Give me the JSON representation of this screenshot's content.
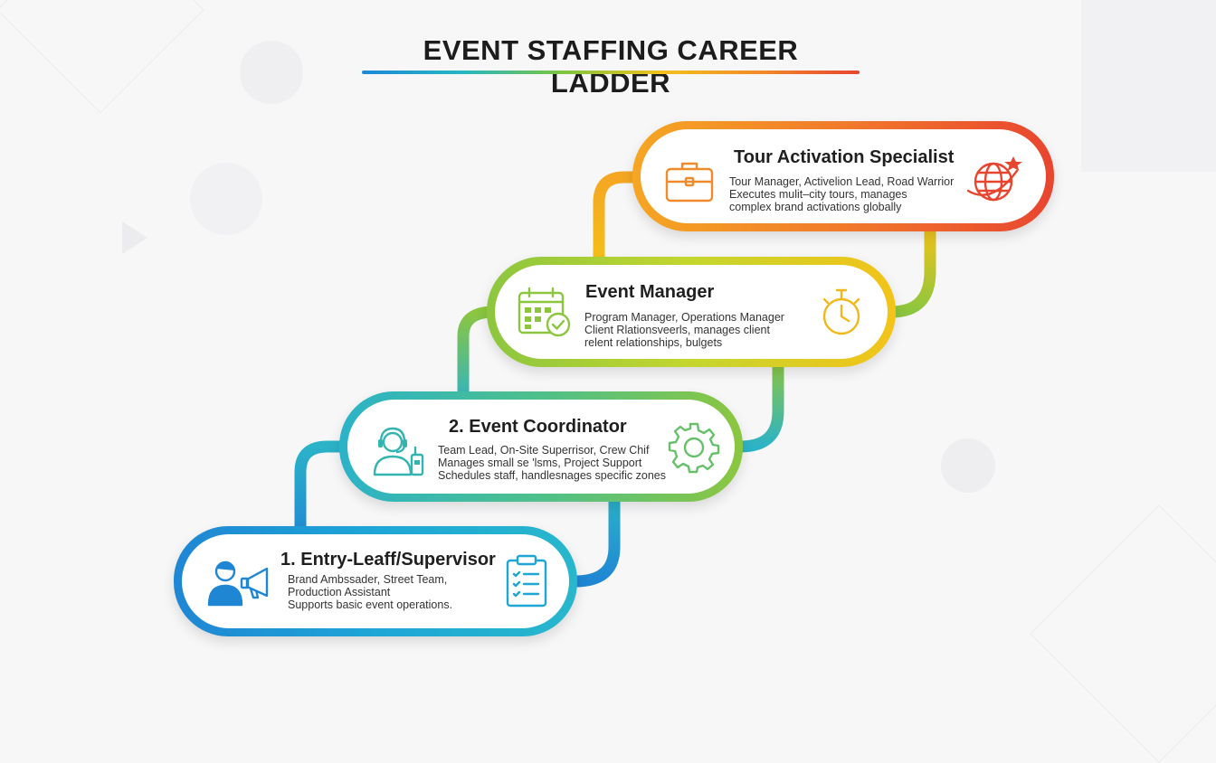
{
  "title": "EVENT STAFFING CAREER LADDER",
  "colors": {
    "tour": "#f17a2b",
    "manager": "#a8cf35",
    "coordinator": "#3fb9ae",
    "entry": "#1f93d5"
  },
  "levels": [
    {
      "title": "Tour Activation Specialist",
      "lines": [
        "Tour Manager, Activelion Lead, Road Warrior",
        "Executes mulit–city tours, manages",
        "complex brand activations globally"
      ],
      "icons": [
        "briefcase-icon",
        "globe-plane-icon"
      ]
    },
    {
      "title": "Event Manager",
      "lines": [
        "Program Manager, Operations Manager",
        "Client Rlationsveerls, manages client",
        "relent relationships, bulgets"
      ],
      "icons": [
        "calendar-check-icon",
        "stopwatch-icon"
      ]
    },
    {
      "title": "2. Event Coordinator",
      "lines": [
        "Team Lead, On-Site Superrisor, Crew Chif",
        "Manages small se 'lsms, Project Support",
        "Schedules staff, handlesnages specific zones"
      ],
      "icons": [
        "headset-radio-icon",
        "gear-icon"
      ]
    },
    {
      "title": "1. Entry-Leaff/Supervisor",
      "lines": [
        "Brand Ambssader, Street Team,",
        "Production Assistant",
        "Supports basic event operations."
      ],
      "icons": [
        "person-megaphone-icon",
        "clipboard-icon"
      ]
    }
  ]
}
